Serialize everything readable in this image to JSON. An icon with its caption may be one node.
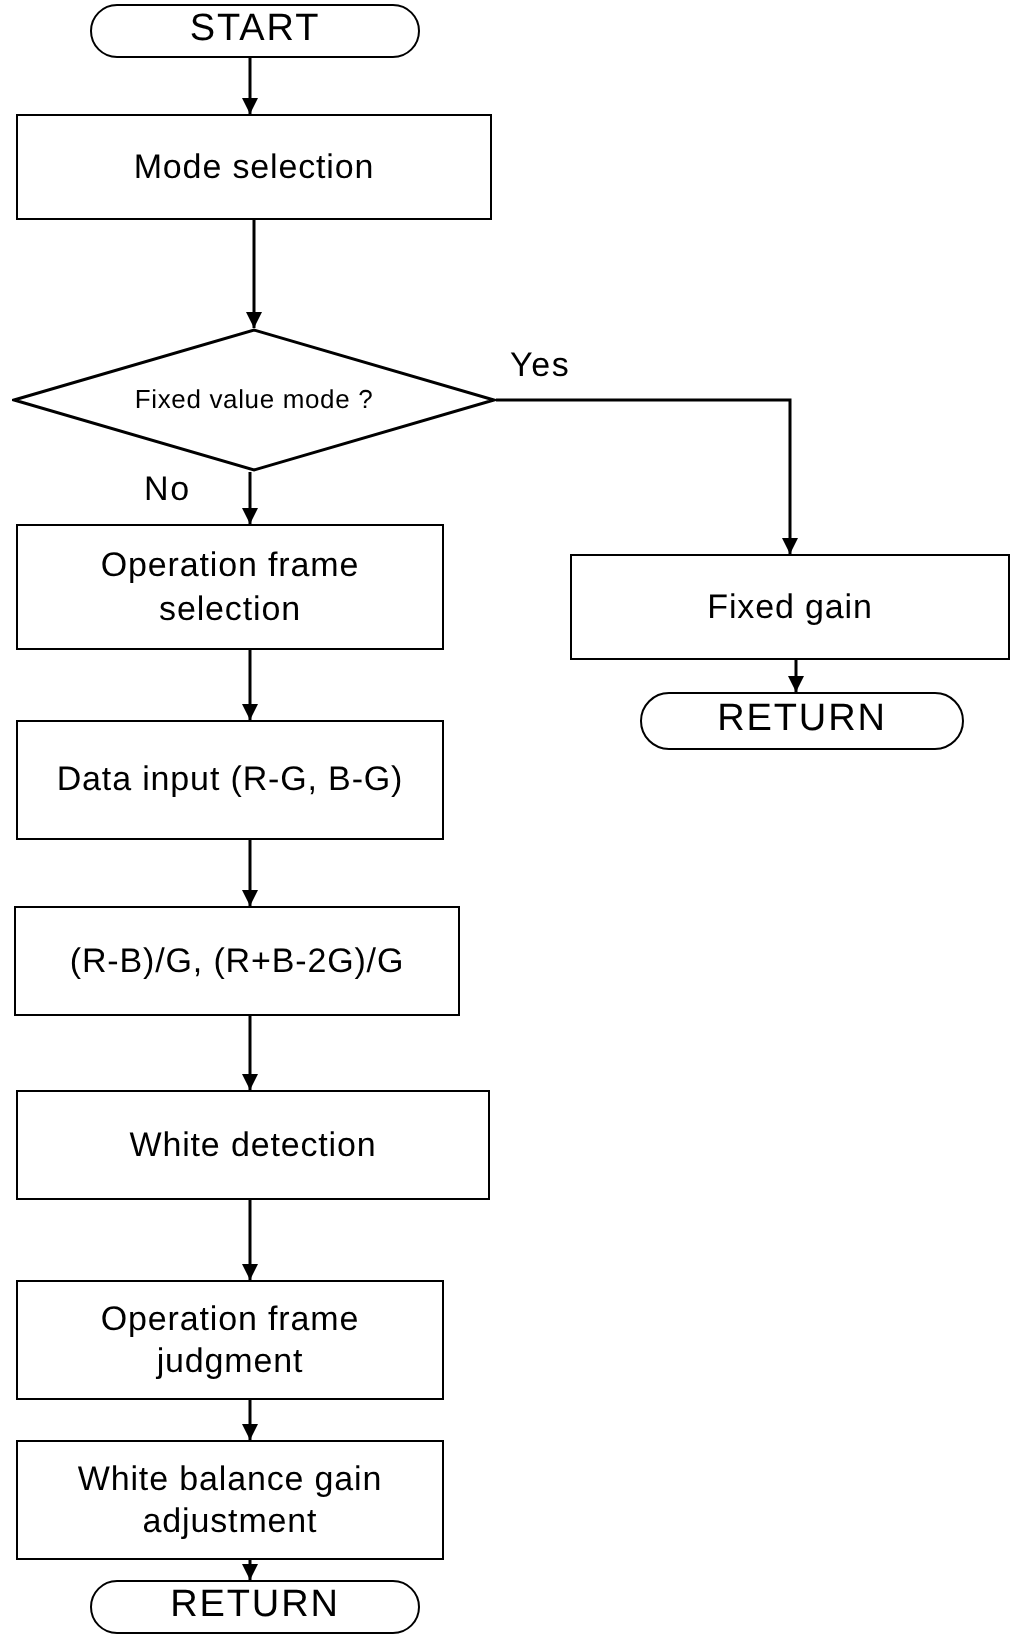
{
  "diagram": {
    "nodes": [
      {
        "text": [
          "START"
        ]
      },
      {
        "text": [
          "Mode selection"
        ]
      },
      {
        "text": [
          "Fixed value mode ?"
        ]
      },
      {
        "text": [
          "Operation frame selection"
        ]
      },
      {
        "text": [
          "Fixed gain"
        ]
      },
      {
        "text": [
          "RETURN"
        ]
      },
      {
        "text": [
          "Data input (R-G, B-G)"
        ]
      },
      {
        "text": [
          "(R-B)/G, (R+B-2G)/G"
        ]
      },
      {
        "text": [
          "White detection"
        ]
      },
      {
        "text": [
          "Operation frame judgment"
        ]
      },
      {
        "text": [
          "White balance gain adjustment"
        ]
      },
      {
        "text": [
          "RETURN"
        ]
      }
    ],
    "edges": [
      {
        "from": 0,
        "to": 1,
        "arrow": "to"
      },
      {
        "from": 1,
        "to": 2,
        "arrow": "to"
      },
      {
        "from": 2,
        "to": 3,
        "arrow": "to",
        "label": "No"
      },
      {
        "from": 2,
        "to": 4,
        "arrow": "to",
        "label": "Yes"
      },
      {
        "from": 4,
        "to": 5,
        "arrow": "to"
      },
      {
        "from": 3,
        "to": 6,
        "arrow": "to"
      },
      {
        "from": 6,
        "to": 7,
        "arrow": "to"
      },
      {
        "from": 7,
        "to": 8,
        "arrow": "to"
      },
      {
        "from": 8,
        "to": 9,
        "arrow": "to"
      },
      {
        "from": 9,
        "to": 10,
        "arrow": "to"
      },
      {
        "from": 10,
        "to": 11,
        "arrow": "to"
      }
    ]
  }
}
